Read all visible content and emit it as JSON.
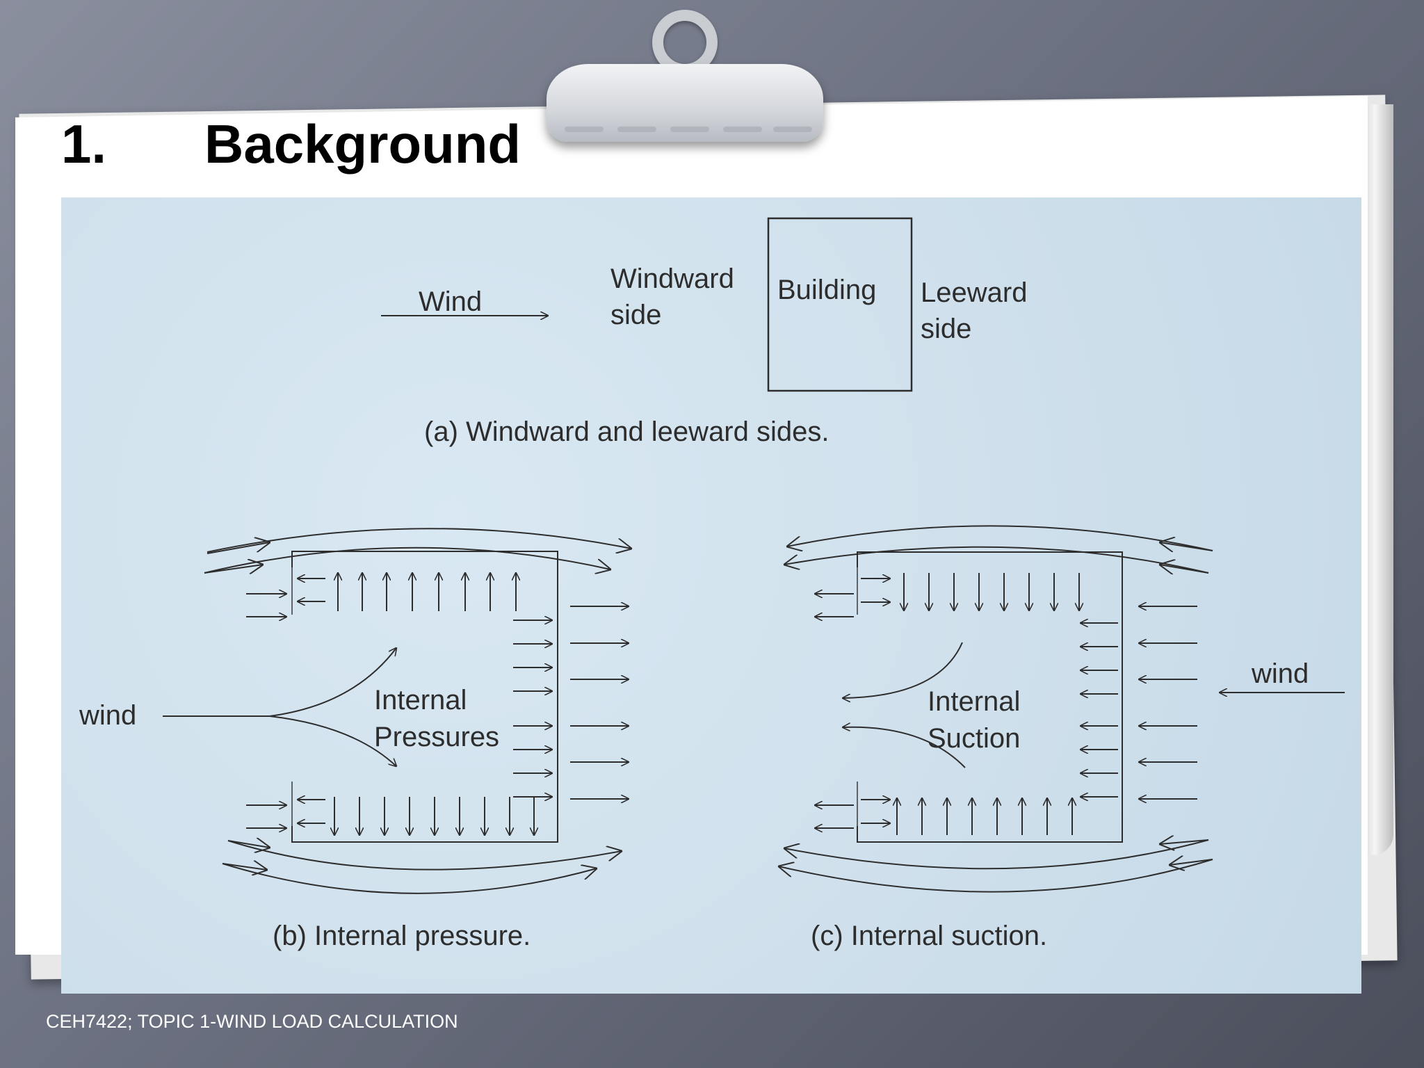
{
  "slide": {
    "title_number": "1.",
    "title_text": "Background",
    "footer": "CEH7422; TOPIC 1-WIND LOAD CALCULATION"
  },
  "figure": {
    "panel_a": {
      "wind_label": "Wind",
      "windward_line1": "Windward",
      "windward_line2": "side",
      "building_label": "Building",
      "leeward_line1": "Leeward",
      "leeward_line2": "side",
      "caption": "(a) Windward and leeward sides."
    },
    "panel_b": {
      "wind_label": "wind",
      "center_line1": "Internal",
      "center_line2": "Pressures",
      "caption": "(b) Internal pressure."
    },
    "panel_c": {
      "wind_label": "wind",
      "center_line1": "Internal",
      "center_line2": "Suction",
      "caption": "(c) Internal suction."
    }
  }
}
